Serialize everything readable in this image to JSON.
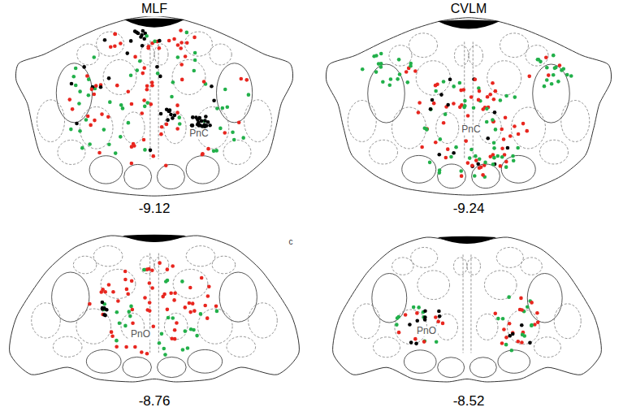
{
  "diagram": {
    "labels": [
      "MLF",
      "CVLM",
      "PnC",
      "PnC",
      "-9.12",
      "-9.24",
      "c",
      "PnO",
      "PnO",
      "-8.76",
      "-8.52"
    ]
  }
}
